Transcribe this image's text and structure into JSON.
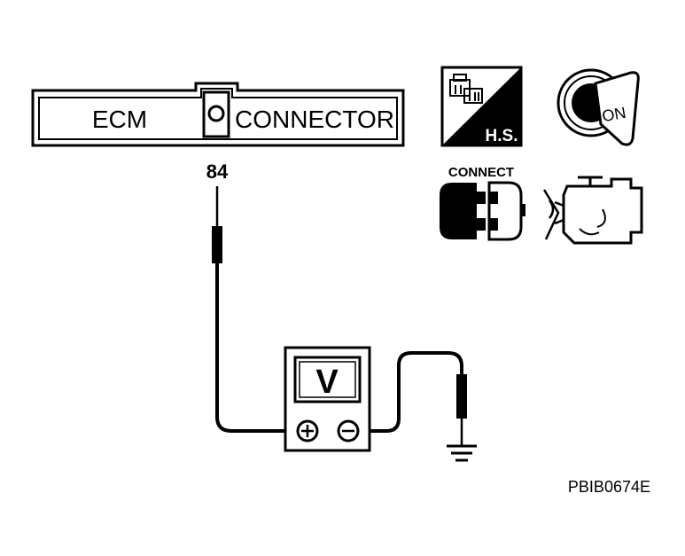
{
  "connector": {
    "left_label": "ECM",
    "right_label": "CONNECTOR",
    "pin_number": "84"
  },
  "meter": {
    "display": "V",
    "positive_symbol": "⊕",
    "negative_symbol": "⊖"
  },
  "icons": {
    "harness_side_label": "H.S.",
    "ignition_label": "ON",
    "connect_label": "CONNECT"
  },
  "figure_code": "PBIB0674E",
  "colors": {
    "ink": "#000000",
    "paper": "#ffffff"
  }
}
